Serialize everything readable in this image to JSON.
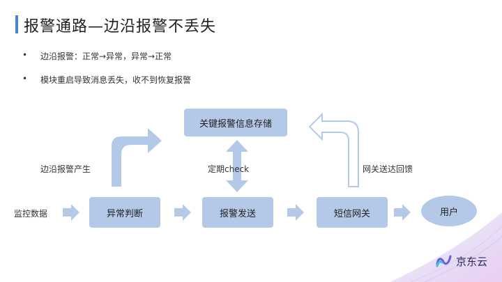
{
  "title": "报警通路—边沿报警不丢失",
  "bullets": [
    "边沿报警：正常→异常，异常→正常",
    "模块重启导致消息丢失，收不到恢复报警"
  ],
  "bullet_marker": "•",
  "boxes": {
    "key_storage": "关键报警信息存储",
    "judge": "异常判断",
    "send": "报警发送",
    "sms_gateway": "短信网关",
    "user": "用户"
  },
  "labels": {
    "monitor_data": "监控数据",
    "edge_alarm": "边沿报警产生",
    "periodic_check": "定期check",
    "gateway_feedback": "网关送达回馈"
  },
  "logo": {
    "text": "京东云"
  },
  "colors": {
    "box_fill": "#b4c8e8",
    "arrow_fill": "#b4c8e8",
    "title_accent": "#4a86c8"
  }
}
